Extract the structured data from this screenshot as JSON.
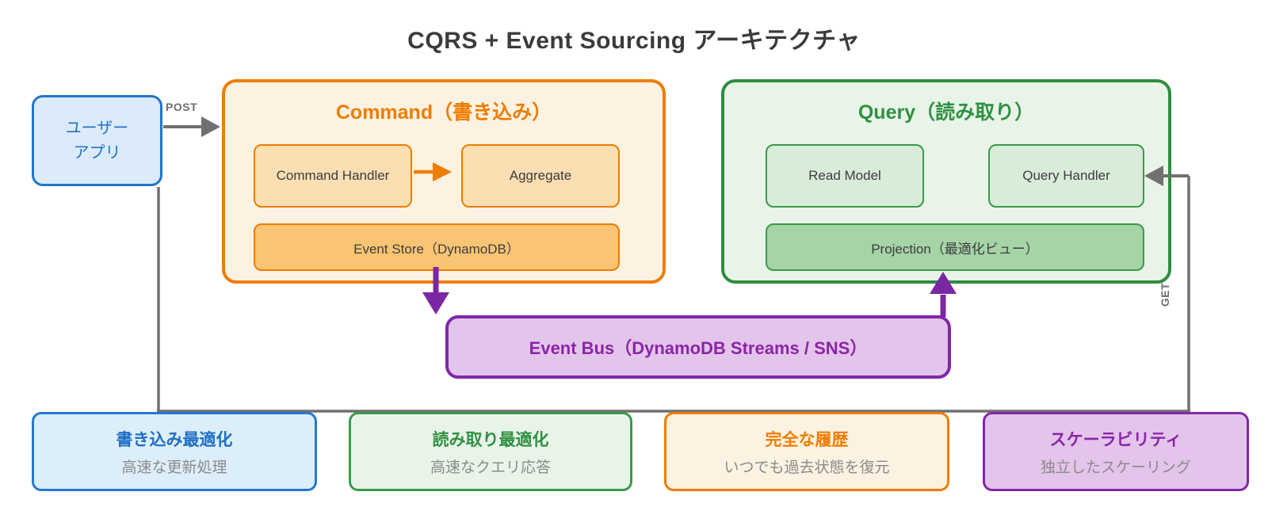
{
  "title": "CQRS + Event Sourcing アーキテクチャ",
  "user_app": {
    "line1": "ユーザー",
    "line2": "アプリ"
  },
  "edges": {
    "post_label": "POST",
    "get_label": "GET"
  },
  "command": {
    "title": "Command（書き込み）",
    "handler": "Command Handler",
    "aggregate": "Aggregate",
    "event_store": "Event Store（DynamoDB）"
  },
  "query": {
    "title": "Query（読み取り）",
    "read_model": "Read Model",
    "query_handler": "Query Handler",
    "projection": "Projection（最適化ビュー）"
  },
  "event_bus": {
    "label": "Event Bus（DynamoDB Streams / SNS）"
  },
  "benefits": [
    {
      "title": "書き込み最適化",
      "subtitle": "高速な更新処理",
      "theme": "blue"
    },
    {
      "title": "読み取り最適化",
      "subtitle": "高速なクエリ応答",
      "theme": "green"
    },
    {
      "title": "完全な履歴",
      "subtitle": "いつでも過去状態を復元",
      "theme": "orange"
    },
    {
      "title": "スケーラビリティ",
      "subtitle": "独立したスケーリング",
      "theme": "purple"
    }
  ],
  "colors": {
    "blue_border": "#2479cf",
    "blue_fill": "#ddeefb",
    "blue_text": "#1f6fc4",
    "orange_border": "#ee7d00",
    "orange_fill": "#fcf2e2",
    "orange_inner": "#fbdfb2",
    "orange_strong": "#f9c473",
    "orange_text": "#f07c00",
    "green_border": "#2f8d3f",
    "green_fill": "#e9f4e9",
    "green_inner": "#d8ecd9",
    "green_strong": "#a5d4a7",
    "green_text": "#2e9141",
    "purple_border": "#8227a8",
    "purple_fill": "#e3c4ea",
    "purple_text": "#8b24a8",
    "purple_arrow": "#7b27a3",
    "gray_line": "#707070",
    "text_dark": "#3c3c3e",
    "text_muted": "#8a8a8a",
    "title_text": "#3b3b3d"
  }
}
